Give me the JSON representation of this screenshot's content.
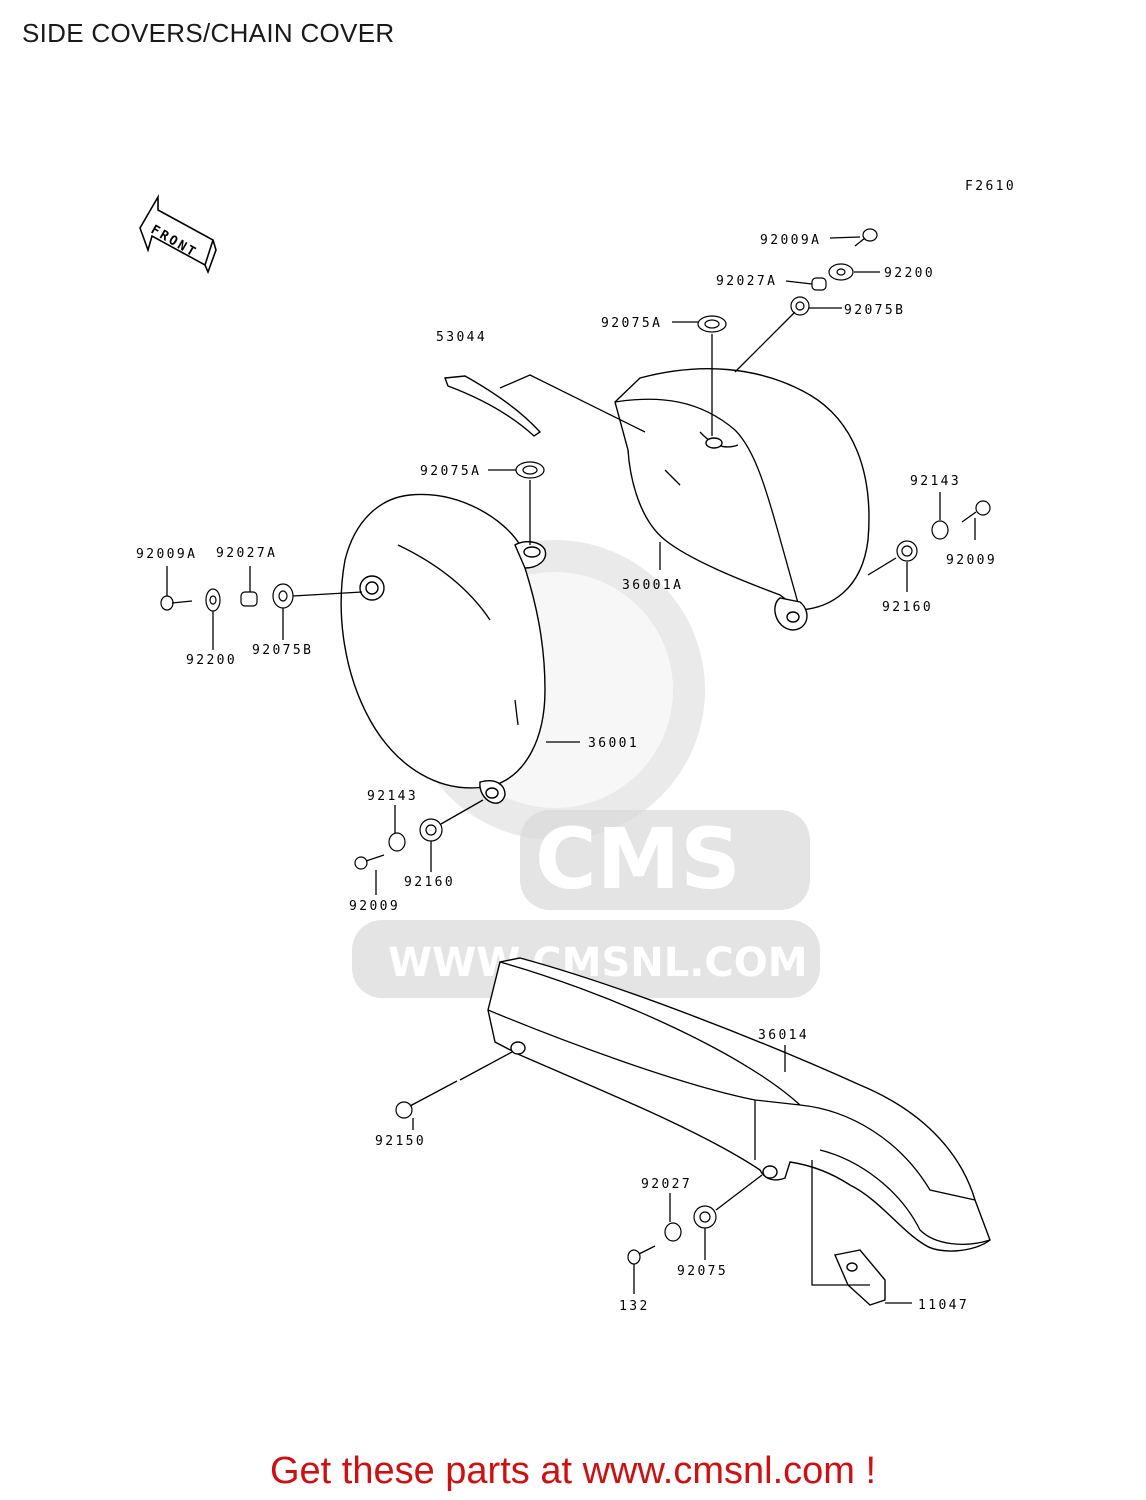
{
  "title": "SIDE COVERS/CHAIN COVER",
  "figure_id": "F2610",
  "front_label": "FRONT",
  "watermark": {
    "brand": "CMS",
    "url": "WWW.CMSNL.COM"
  },
  "parts": {
    "p92009A_top": "92009A",
    "p92200_top": "92200",
    "p92027A_top": "92027A",
    "p92075A_top": "92075A",
    "p92075B_top": "92075B",
    "p53044": "53044",
    "p92075A_mid": "92075A",
    "p92143_right": "92143",
    "p36001A": "36001A",
    "p92009_right": "92009",
    "p92160_right": "92160",
    "p92009A_left": "92009A",
    "p92027A_left": "92027A",
    "p92200_left": "92200",
    "p92075B_left": "92075B",
    "p36001": "36001",
    "p92143_left": "92143",
    "p92160_left": "92160",
    "p92009_left": "92009",
    "p36014": "36014",
    "p92150": "92150",
    "p92027": "92027",
    "p92075": "92075",
    "p132": "132",
    "p11047": "11047"
  },
  "footer": "Get these parts at www.cmsnl.com !"
}
